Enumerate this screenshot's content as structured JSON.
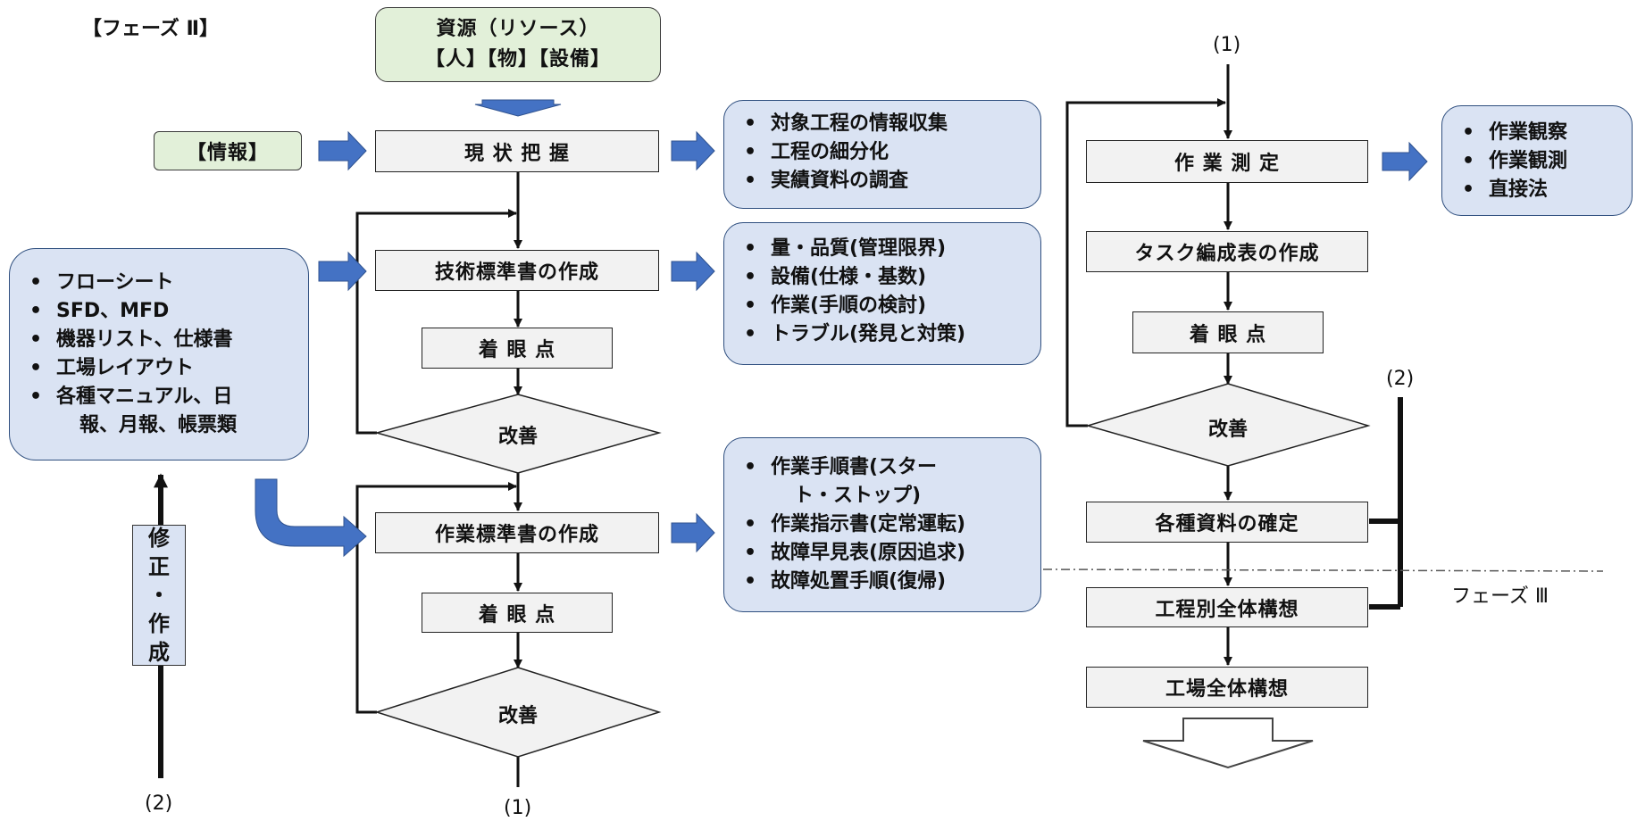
{
  "phase_label": "【フェーズ Ⅱ】",
  "phase3_label": "フェーズ Ⅲ",
  "resources": {
    "title": "資源（リソース）",
    "items": "【人】【物】【設備】"
  },
  "info_label": "【情報】",
  "process": {
    "genjo": "現 状 把 握",
    "gijutsu": "技術標準書の作成",
    "chakugan1": "着 眼 点",
    "kaizen1": "改善",
    "sagyo_hyojun": "作業標準書の作成",
    "chakugan2": "着 眼 点",
    "kaizen2": "改善",
    "sokutei": "作 業 測 定",
    "task": "タスク編成表の作成",
    "chakugan3": "着 眼 点",
    "kaizen3": "改善",
    "kakutei": "各種資料の確定",
    "koteibetsu": "工程別全体構想",
    "kojo": "工場全体構想"
  },
  "connectors": {
    "c1_bottom": "(1)",
    "c1_top": "(1)",
    "c2_left": "(2)",
    "c2_right": "(2)"
  },
  "revise_label": [
    "修",
    "正",
    "・",
    "作",
    "成"
  ],
  "notes": {
    "genjo": [
      "対象工程の情報収集",
      "工程の細分化",
      "実績資料の調査"
    ],
    "gijutsu": [
      "量・品質(管理限界)",
      "設備(仕様・基数)",
      "作業(手順の検討)",
      "トラブル(発見と対策)"
    ],
    "sagyo": [
      "作業手順書(スター",
      "ト・ストップ)",
      "作業指示書(定常運転)",
      "故障早見表(原因追求)",
      "故障処置手順(復帰)"
    ],
    "sokutei": [
      "作業観察",
      "作業観測",
      "直接法"
    ],
    "documents": [
      "フローシート",
      "SFD、MFD",
      "機器リスト、仕様書",
      "工場レイアウト",
      "各種マニュアル、日",
      "報、月報、帳票類"
    ]
  },
  "colors": {
    "arrow_blue": "#4472c4",
    "note_fill": "#dae3f3",
    "process_fill": "#f2f2f2",
    "green_fill": "#e2f0d9"
  }
}
